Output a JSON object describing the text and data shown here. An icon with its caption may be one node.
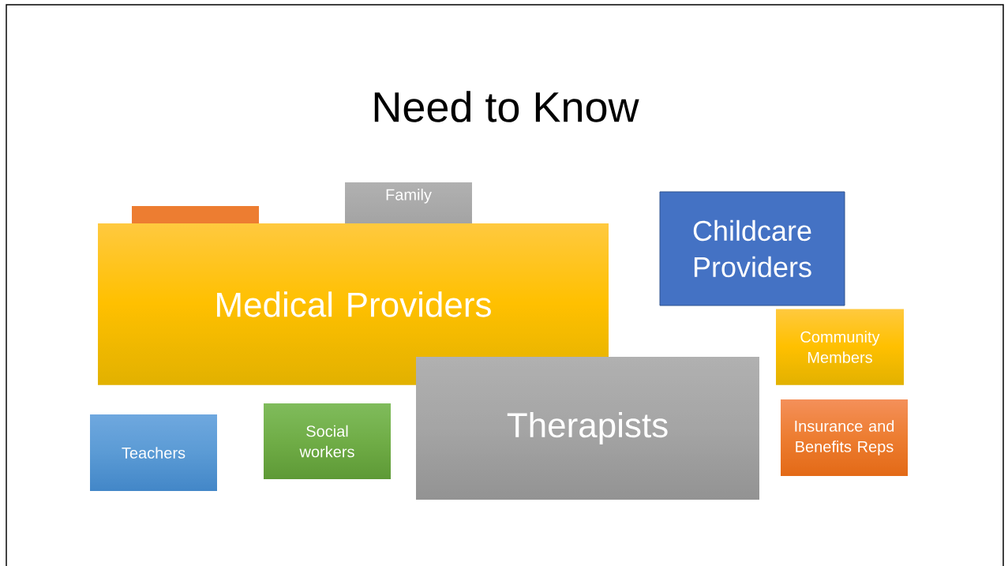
{
  "diagram": {
    "title": "Need to Know",
    "nodes": [
      {
        "text": [],
        "shape": "box"
      },
      {
        "text": [
          "Family"
        ]
      },
      {
        "text": [
          "Medical Providers"
        ]
      },
      {
        "text": [
          "Childcare Providers"
        ]
      },
      {
        "text": [
          "Community Members"
        ]
      },
      {
        "text": [
          "Teachers"
        ]
      },
      {
        "text": [
          "Social workers"
        ]
      },
      {
        "text": [
          "Therapists"
        ]
      },
      {
        "text": [
          "Insurance and Benefits Reps"
        ]
      }
    ]
  }
}
